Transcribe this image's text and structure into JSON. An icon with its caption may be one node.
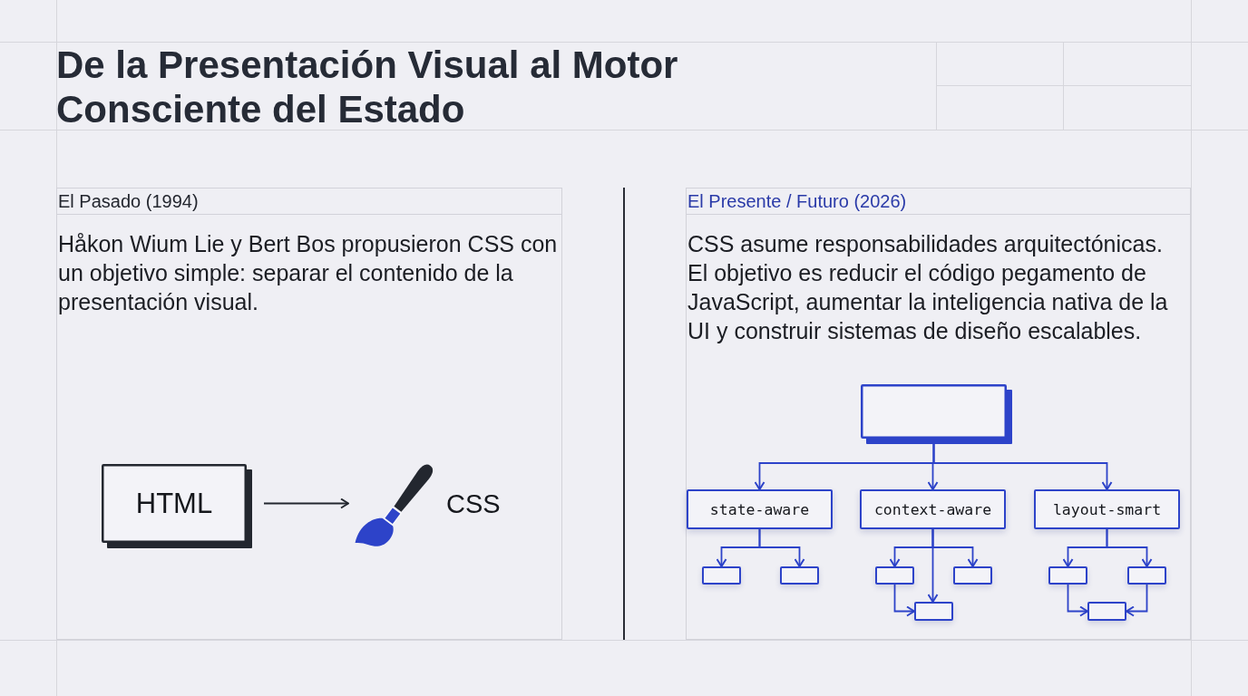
{
  "diagram": {
    "title": "De la Presentación Visual al Motor Consciente del Estado",
    "nodes": [
      {
        "text": [
          "El Pasado (1994)",
          "Håkon Wium Lie y Bert Bos propusieron CSS con un objetivo simple: separar el contenido de la presentación visual."
        ]
      },
      {
        "text": [
          "HTML"
        ],
        "in": 0
      },
      {
        "text": [],
        "shape": "picture",
        "beside": [
          "CSS"
        ],
        "in": 0
      },
      {
        "text": [
          "El Presente / Futuro (2026)",
          "CSS asume responsabilidades arquitectónicas. El objetivo es reducir el código pegamento de JavaScript, aumentar la inteligencia nativa de la UI y construir sistemas de diseño escalables."
        ]
      },
      {
        "text": [],
        "shape": "box",
        "in": 3
      },
      {
        "text": [
          "state-aware"
        ],
        "in": 3
      },
      {
        "text": [
          "context-aware"
        ],
        "in": 3
      },
      {
        "text": [
          "layout-smart"
        ],
        "in": 3
      },
      {
        "text": [],
        "shape": "box",
        "in": 3
      },
      {
        "text": [],
        "shape": "box",
        "in": 3
      },
      {
        "text": [],
        "shape": "box",
        "in": 3
      },
      {
        "text": [],
        "shape": "box",
        "in": 3
      },
      {
        "text": [],
        "shape": "box",
        "in": 3
      },
      {
        "text": [],
        "shape": "box",
        "in": 3
      },
      {
        "text": [],
        "shape": "box",
        "in": 3
      },
      {
        "text": [],
        "shape": "box",
        "in": 3
      }
    ],
    "edges": [
      {
        "from": 1,
        "to": 2,
        "arrow": "to",
        "color": "#23272f"
      },
      {
        "from": 4,
        "to": 5,
        "arrow": "to"
      },
      {
        "from": 4,
        "to": 6,
        "arrow": "to"
      },
      {
        "from": 4,
        "to": 7,
        "arrow": "to"
      },
      {
        "from": 5,
        "to": 8,
        "arrow": "to"
      },
      {
        "from": 5,
        "to": 9,
        "arrow": "to"
      },
      {
        "from": 6,
        "to": 10,
        "arrow": "to"
      },
      {
        "from": 6,
        "to": 11,
        "arrow": "to"
      },
      {
        "from": 6,
        "to": 12,
        "arrow": "to"
      },
      {
        "from": 10,
        "to": 12,
        "arrow": "to"
      },
      {
        "from": 7,
        "to": 13,
        "arrow": "to"
      },
      {
        "from": 7,
        "to": 14,
        "arrow": "to"
      },
      {
        "from": 13,
        "to": 15,
        "arrow": "to"
      },
      {
        "from": 14,
        "to": 15,
        "arrow": "to"
      }
    ]
  }
}
